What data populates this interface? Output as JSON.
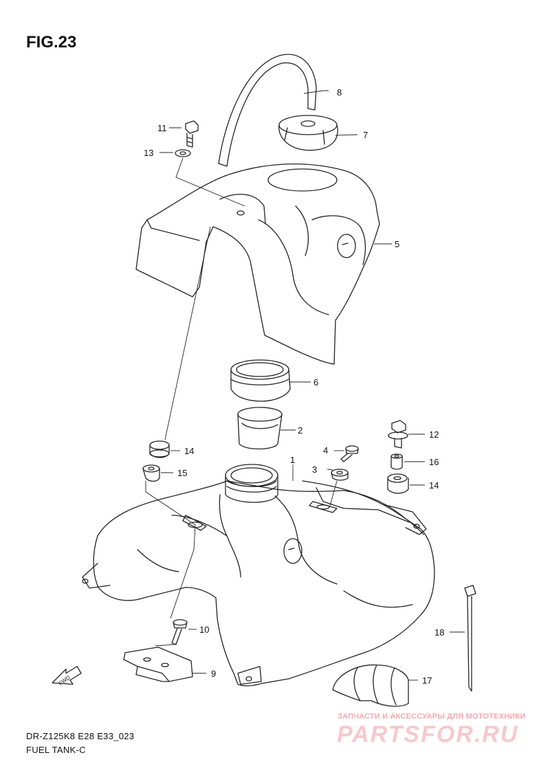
{
  "figure": {
    "title": "FIG.23",
    "model_code": "DR-Z125K8 E28 E33_023",
    "section_name": "FUEL TANK-C"
  },
  "callouts": [
    {
      "id": "c1",
      "label": "1"
    },
    {
      "id": "c2",
      "label": "2"
    },
    {
      "id": "c3",
      "label": "3"
    },
    {
      "id": "c4",
      "label": "4"
    },
    {
      "id": "c5",
      "label": "5"
    },
    {
      "id": "c6",
      "label": "6"
    },
    {
      "id": "c7",
      "label": "7"
    },
    {
      "id": "c8",
      "label": "8"
    },
    {
      "id": "c9",
      "label": "9"
    },
    {
      "id": "c10",
      "label": "10"
    },
    {
      "id": "c11",
      "label": "11"
    },
    {
      "id": "c12",
      "label": "12"
    },
    {
      "id": "c13",
      "label": "13"
    },
    {
      "id": "c14a",
      "label": "14"
    },
    {
      "id": "c14b",
      "label": "14"
    },
    {
      "id": "c15",
      "label": "15"
    },
    {
      "id": "c16",
      "label": "16"
    },
    {
      "id": "c17",
      "label": "17"
    },
    {
      "id": "c18",
      "label": "18"
    }
  ],
  "fwd_arrow": {
    "label": "FWD"
  },
  "watermark": {
    "tagline": "ЗАПЧАСТИ И АКСЕССУАРЫ ДЛЯ МОТОТЕХНИКИ",
    "site": "PARTSFOR.RU"
  }
}
